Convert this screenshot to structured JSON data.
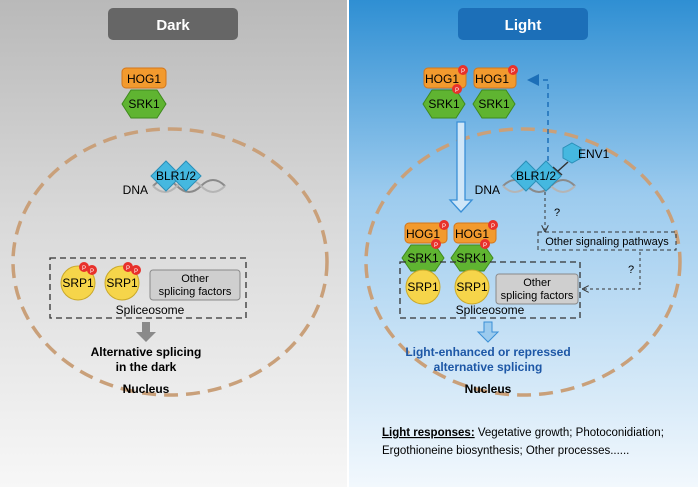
{
  "panels": {
    "dark": {
      "title": "Dark"
    },
    "light": {
      "title": "Light"
    }
  },
  "labels": {
    "hog1": "HOG1",
    "srk1": "SRK1",
    "blr": "BLR1/2",
    "dna": "DNA",
    "env1": "ENV1",
    "srp1": "SRP1",
    "other_splicing_line1": "Other",
    "other_splicing_line2": "splicing factors",
    "spliceosome": "Spliceosome",
    "nucleus": "Nucleus",
    "phospho": "P",
    "question": "?",
    "other_signaling": "Other signaling pathways"
  },
  "dark_outcome": {
    "line1": "Alternative splicing",
    "line2": "in the dark"
  },
  "light_outcome": {
    "line1": "Light-enhanced or repressed",
    "line2": "alternative splicing"
  },
  "light_responses": {
    "heading": "Light responses:",
    "line1_rest": " Vegetative growth; Photoconidiation;",
    "line2": "Ergothioneine biosynthesis; Other processes......"
  },
  "colors": {
    "hog1": "#f29a2e",
    "srk1": "#5fb431",
    "blr": "#45b8e0",
    "srp1": "#f6d54a",
    "phospho": "#e8312b",
    "nucleus_border": "#c9a07a",
    "dark_title_bg": "#666666",
    "light_title_bg": "#1c6fb8",
    "arrow_blue": "#3a8fd6",
    "outcome_blue": "#1d57a6"
  }
}
